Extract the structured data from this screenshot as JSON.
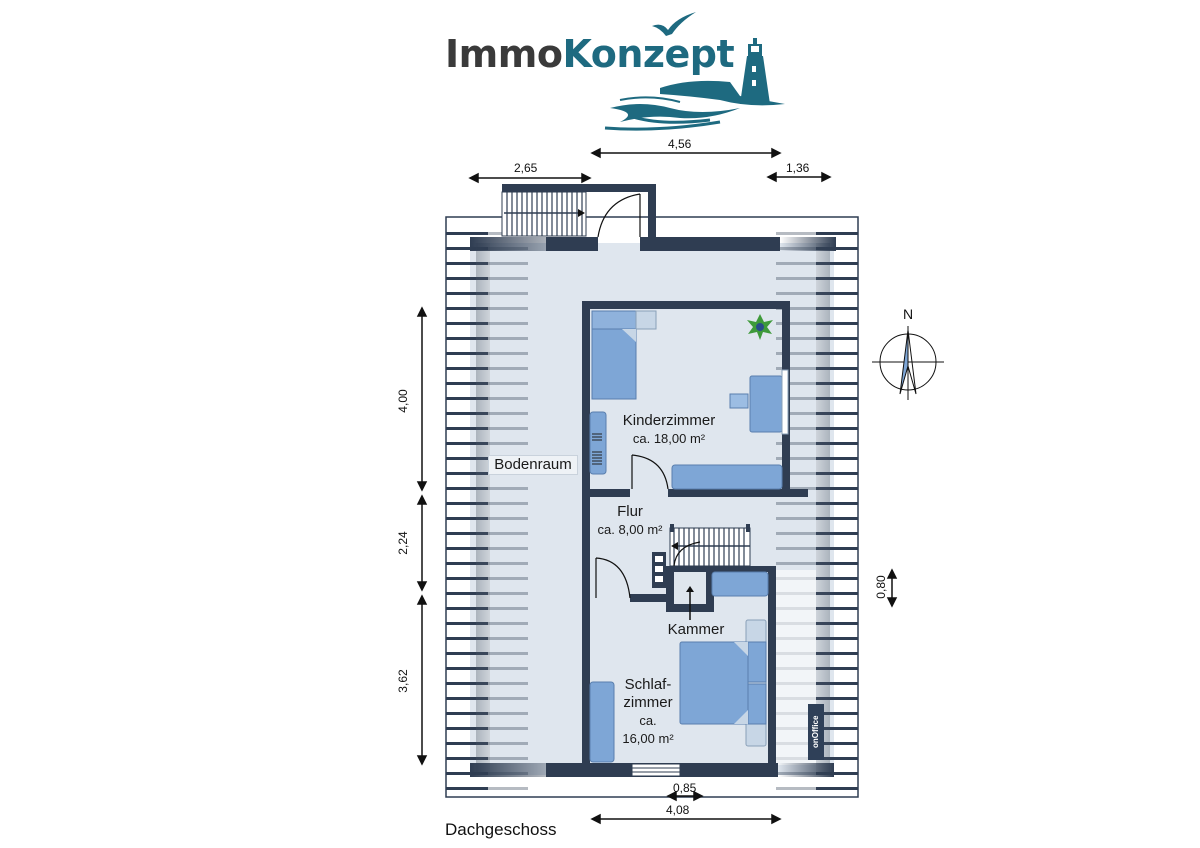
{
  "brand": {
    "name_part1": "Immo",
    "name_part2": "Konzept",
    "color_dark": "#3a3a3a",
    "color_accent": "#1e6a80",
    "logo_icons": [
      "seagull-icon",
      "lighthouse-icon",
      "waves-icon"
    ]
  },
  "plan": {
    "floor_name": "Dachgeschoss",
    "wall_color": "#2f3d52",
    "floor_color": "#dfe6ee",
    "furniture_color": "#7ea6d6",
    "rooms": [
      {
        "name": "Kinderzimmer",
        "area": "ca. 18,00 m²"
      },
      {
        "name": "Bodenraum",
        "area": ""
      },
      {
        "name": "Flur",
        "area": "ca. 8,00 m²"
      },
      {
        "name": "Kammer",
        "area": ""
      },
      {
        "name_line1": "Schlaf-",
        "name_line2": "zimmer",
        "area_line1": "ca.",
        "area_line2": "16,00 m²"
      }
    ],
    "dimensions": {
      "top_left": "2,65",
      "top_middle": "4,56",
      "top_right": "1,36",
      "left_upper": "4,00",
      "left_middle": "2,24",
      "left_lower": "3,62",
      "right_small": "0,80",
      "bottom_window": "0,85",
      "bottom_total": "4,08"
    },
    "compass": {
      "label": "N"
    },
    "watermark": "onOffice"
  }
}
